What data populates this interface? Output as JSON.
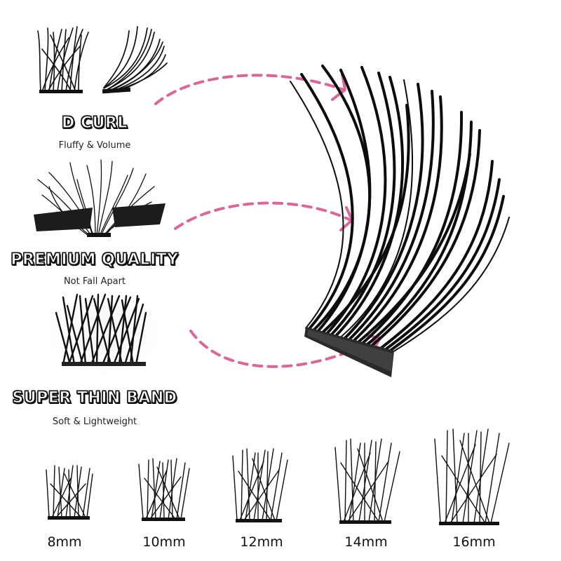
{
  "features": [
    {
      "title": "D CURL",
      "subtitle": "Fluffy & Volume"
    },
    {
      "title": "PREMIUM QUALITY",
      "subtitle": "Not Fall Apart"
    },
    {
      "title": "SUPER THIN BAND",
      "subtitle": "Soft & Lightweight"
    }
  ],
  "sizes": [
    "8mm",
    "10mm",
    "12mm",
    "14mm",
    "16mm"
  ],
  "colors": {
    "arrow": "#d9679a",
    "lash": "#111111",
    "background": "#ffffff"
  }
}
